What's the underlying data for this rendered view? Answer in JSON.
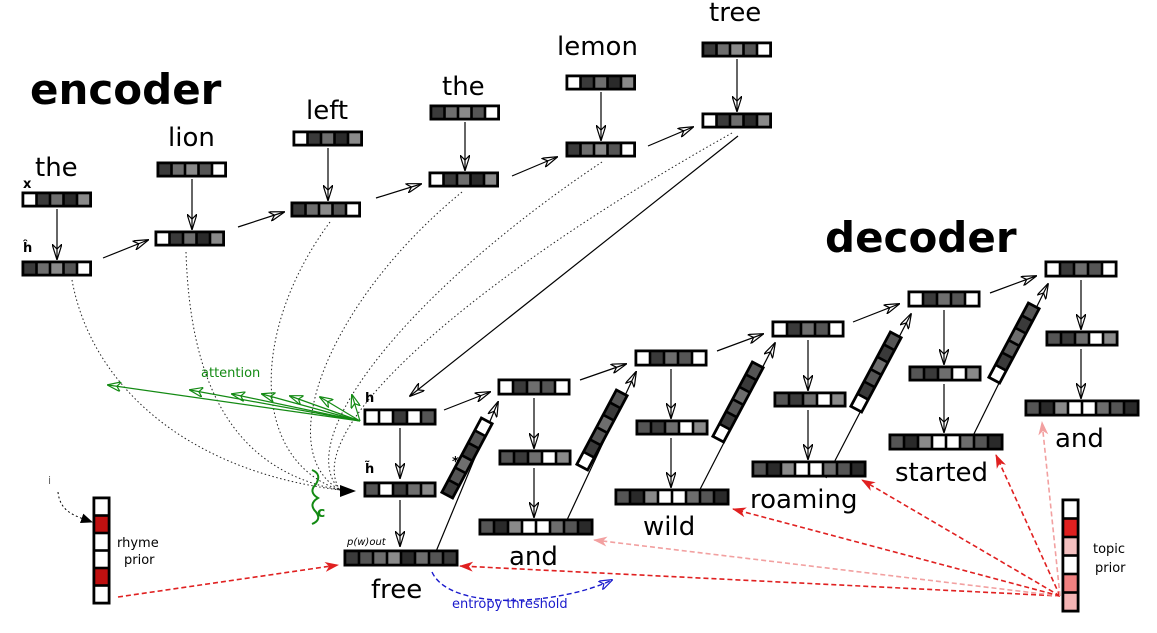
{
  "titles": {
    "encoder": "encoder",
    "decoder": "decoder"
  },
  "encoder_words": [
    "the",
    "lion",
    "left",
    "the",
    "lemon",
    "tree"
  ],
  "decoder_words": [
    "free",
    "and",
    "wild",
    "roaming",
    "started",
    "and"
  ],
  "symbols": {
    "x": "x",
    "h_hat": "ĥ",
    "h": "h",
    "h_tilde": "h̃",
    "p_out": "p(w)out",
    "c": "c",
    "i": "i"
  },
  "labels": {
    "attention": "attention",
    "entropy_threshold": "entropy threshold",
    "rhyme_prior_1": "rhyme",
    "rhyme_prior_2": "prior",
    "topic_prior_1": "topic",
    "topic_prior_2": "prior"
  },
  "colors": {
    "attention": "#138a13",
    "entropy": "#1a1acc",
    "prior_strong": "#e02020",
    "prior_light": "#f2a0a0",
    "rhyme_cell": "#c01010"
  }
}
